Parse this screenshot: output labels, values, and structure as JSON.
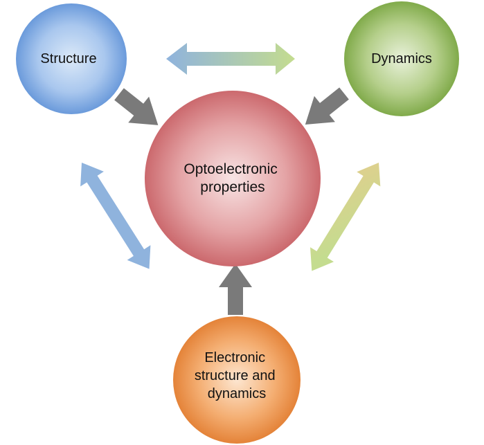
{
  "nodes": {
    "structure": {
      "lines": [
        "Structure"
      ]
    },
    "dynamics": {
      "lines": [
        "Dynamics"
      ]
    },
    "center": {
      "lines": [
        "Optoelectronic",
        "properties"
      ]
    },
    "electronic": {
      "lines": [
        "Electronic",
        "structure and",
        "dynamics"
      ]
    }
  },
  "colors": {
    "structure_light": "#cfe2f6",
    "structure_dark": "#5b8fd6",
    "dynamics_light": "#ddebc8",
    "dynamics_dark": "#73a13a",
    "center_light": "#f6dede",
    "center_dark": "#c55a5f",
    "electronic_light": "#fbd9b8",
    "electronic_dark": "#e0782a",
    "arrow_gray": "#7a7a7a",
    "blue": "#8fb3dd",
    "green": "#c4dc8f",
    "orange": "#f7c48d"
  }
}
